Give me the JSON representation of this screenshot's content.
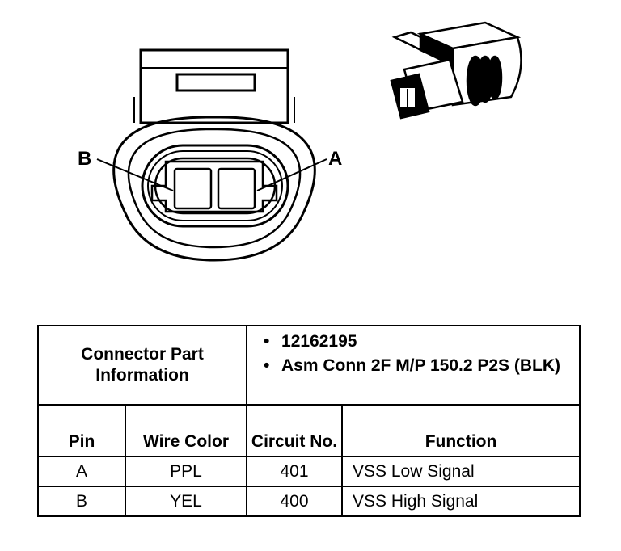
{
  "diagram": {
    "pin_labels": {
      "b": "B",
      "a": "A"
    }
  },
  "table": {
    "part_info_label": "Connector Part Information",
    "part_info_items": [
      "12162195",
      "Asm Conn 2F M/P 150.2 P2S (BLK)"
    ],
    "headers": {
      "pin": "Pin",
      "wire_color": "Wire Color",
      "circuit_no": "Circuit No.",
      "function": "Function"
    },
    "rows": [
      {
        "pin": "A",
        "wire_color": "PPL",
        "circuit_no": "401",
        "function": "VSS Low Signal"
      },
      {
        "pin": "B",
        "wire_color": "YEL",
        "circuit_no": "400",
        "function": "VSS High Signal"
      }
    ]
  }
}
